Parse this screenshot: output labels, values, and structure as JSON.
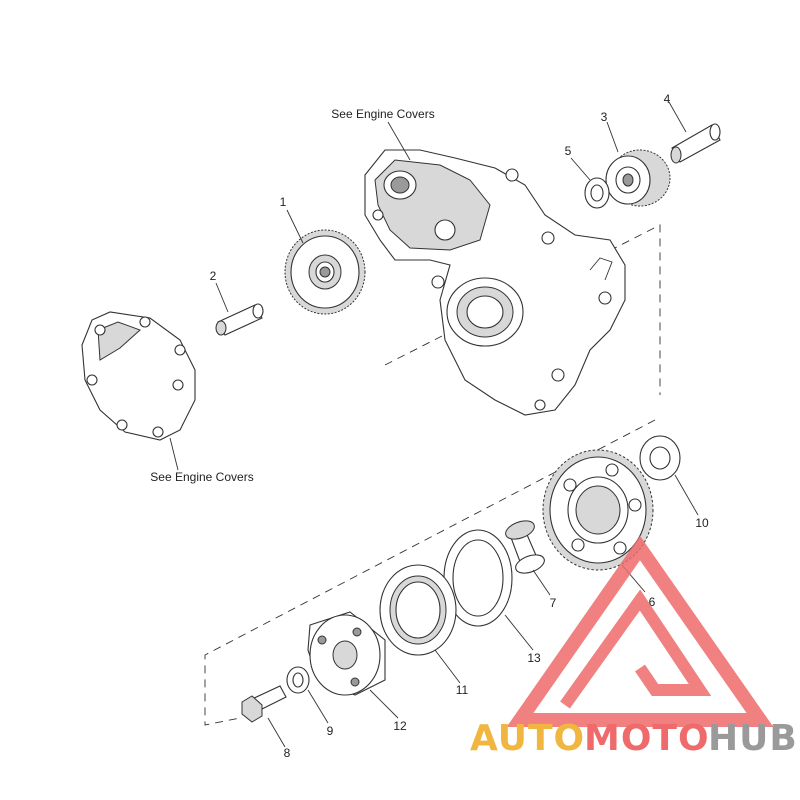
{
  "diagram": {
    "callouts": {
      "engine_covers_top": "See Engine Covers",
      "engine_covers_left": "See Engine Covers"
    },
    "part_numbers": {
      "p1": "1",
      "p2": "2",
      "p3": "3",
      "p4": "4",
      "p5": "5",
      "p6": "6",
      "p7": "7",
      "p8": "8",
      "p9": "9",
      "p10": "10",
      "p11": "11",
      "p12": "12",
      "p13": "13"
    }
  },
  "watermark": {
    "word_auto": "AUTO",
    "word_moto": "MOTO",
    "word_hub": "HUB",
    "colors": {
      "auto": "#f0b640",
      "moto": "#ef6b6b",
      "hub": "#9a9a9a",
      "logo": "#ef6b6b"
    }
  }
}
